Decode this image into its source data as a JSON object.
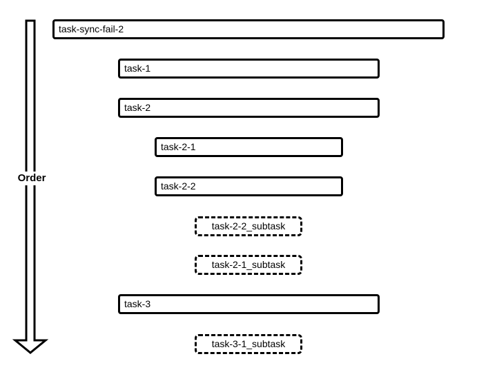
{
  "axis": {
    "label": "Order"
  },
  "tasks": [
    {
      "label": "task-sync-fail-2",
      "style": "solid"
    },
    {
      "label": "task-1",
      "style": "solid"
    },
    {
      "label": "task-2",
      "style": "solid"
    },
    {
      "label": "task-2-1",
      "style": "solid"
    },
    {
      "label": "task-2-2",
      "style": "solid"
    },
    {
      "label": "task-2-2_subtask",
      "style": "dashed"
    },
    {
      "label": "task-2-1_subtask",
      "style": "dashed"
    },
    {
      "label": "task-3",
      "style": "solid"
    },
    {
      "label": "task-3-1_subtask",
      "style": "dashed"
    }
  ],
  "colors": {
    "stroke": "#000000",
    "fill": "#ffffff"
  }
}
